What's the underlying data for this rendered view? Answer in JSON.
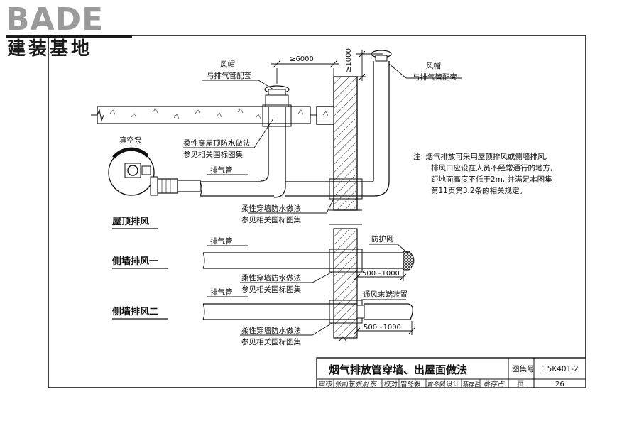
{
  "brand": {
    "logo_main": "BADE",
    "logo_sub": "建装基地"
  },
  "labels": {
    "hood_left": [
      "风帽",
      "与排气管配套"
    ],
    "hood_right": [
      "风帽",
      "与排气管配套"
    ],
    "vacuum_pump": "真空泵",
    "roof_waterproof": [
      "柔性穿屋顶防水做法",
      "参见相关国标图集"
    ],
    "exhaust_pipe_1": "排气管",
    "wall_waterproof_1": [
      "柔性穿墙防水做法",
      "参见相关国标图集"
    ],
    "exhaust_pipe_2": "排气管",
    "wall_waterproof_2": [
      "柔性穿墙防水做法",
      "参见相关国标图集"
    ],
    "exhaust_pipe_3": "排气管",
    "wall_waterproof_3": [
      "柔性穿墙防水做法",
      "参见相关国标图集"
    ],
    "guard_net": "防护网",
    "vent_end": "通风末端装置"
  },
  "dimensions": {
    "spacing": "≥6000",
    "height": "≥1000",
    "protrude_1": "500~1000",
    "protrude_2": "500~1000"
  },
  "sections": {
    "roof": "屋顶排风",
    "side1": "侧墙排风一",
    "side2": "侧墙排风二"
  },
  "note": [
    "注: 烟气排放可采用屋顶排风或侧墙排风,",
    "排风口应设在人员不经常通行的地方,",
    "距地面高度不低于2m, 并满足本图集",
    "第11页第3.2条的相关规定。"
  ],
  "title_block": {
    "title": "烟气排放管穿墙、出屋面做法",
    "atlas_label": "图集号",
    "atlas_no": "15K401-2",
    "page_label": "页",
    "page_no": "26",
    "review": "审核",
    "reviewer": "张蔚东",
    "reviewer_sig": "张蔚东",
    "check": "校对",
    "checker": "曾冬毅",
    "checker_sig": "曾冬毅",
    "design": "设计",
    "designer": "蔡存占",
    "designer_sig": "蔡存占"
  }
}
